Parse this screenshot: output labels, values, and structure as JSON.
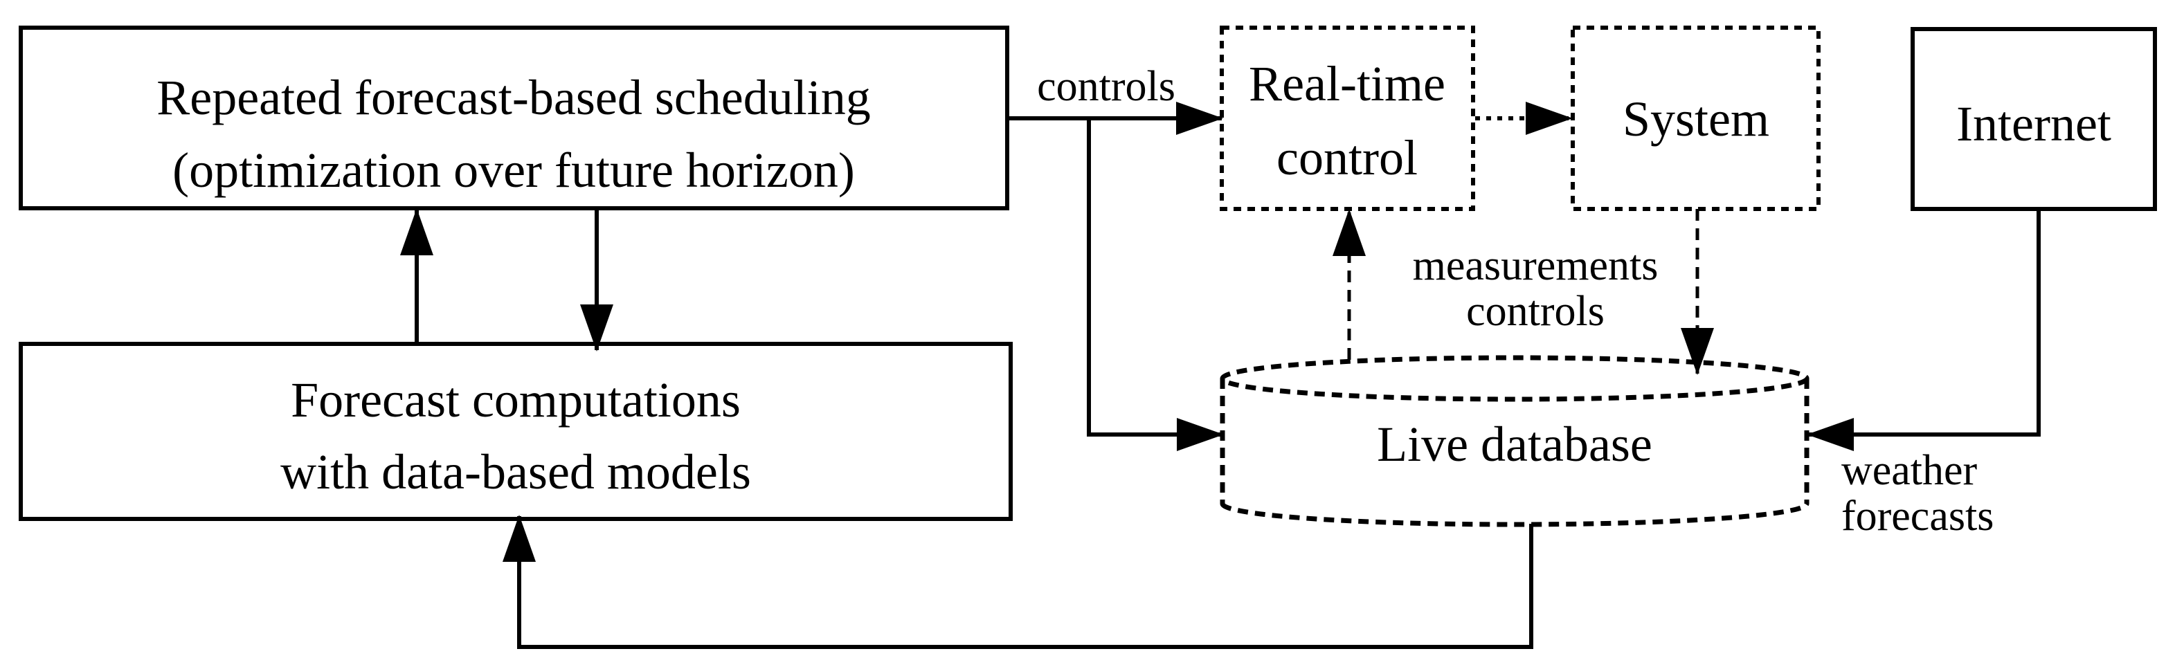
{
  "nodes": {
    "scheduler": {
      "line1": "Repeated forecast-based scheduling",
      "line2": "(optimization over future horizon)"
    },
    "forecast": {
      "line1": "Forecast computations",
      "line2": "with data-based models"
    },
    "realtime": {
      "line1": "Real-time",
      "line2": "control"
    },
    "system": {
      "label": "System"
    },
    "internet": {
      "label": "Internet"
    },
    "database": {
      "label": "Live database"
    }
  },
  "edge_labels": {
    "controls": "controls",
    "measurements_line1": "measurements",
    "measurements_line2": "controls",
    "weather_line1": "weather",
    "weather_line2": "forecasts"
  },
  "colors": {
    "ink": "#000000",
    "background": "#ffffff"
  }
}
